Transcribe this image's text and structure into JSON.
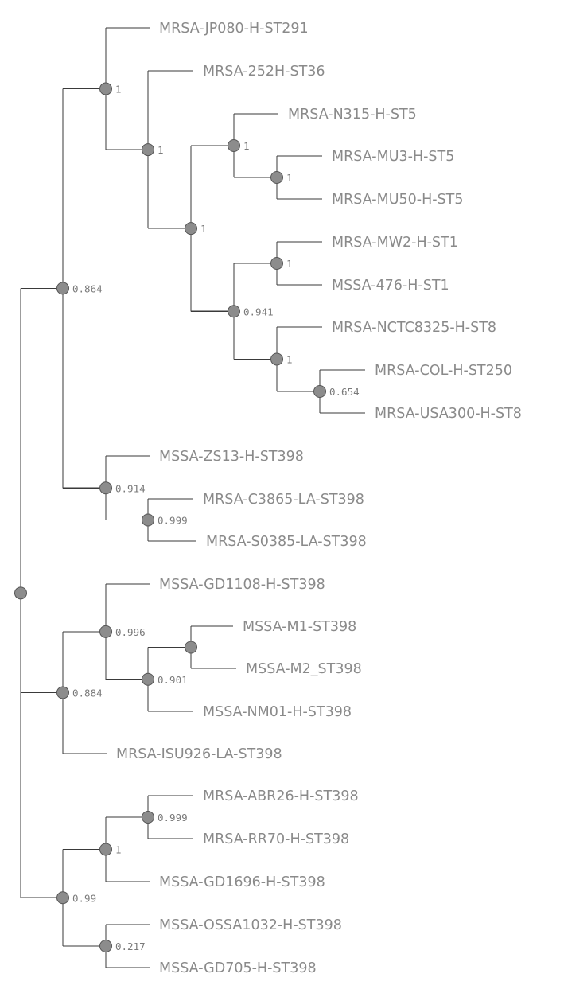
{
  "tree": {
    "node_color": "#8c8c8c",
    "branch_color": "#3a3a3a",
    "label_color": "#8a8a8a",
    "nodes": [
      {
        "id": "root",
        "support": ""
      },
      {
        "id": "n1",
        "parent": "root",
        "support": "0.864"
      },
      {
        "id": "n2",
        "parent": "n1",
        "support": "1"
      },
      {
        "id": "n3",
        "parent": "n2",
        "support": "1"
      },
      {
        "id": "n4",
        "parent": "n3",
        "support": "1"
      },
      {
        "id": "n5",
        "parent": "n4",
        "support": "1"
      },
      {
        "id": "n6",
        "parent": "n5",
        "support": "1"
      },
      {
        "id": "n7",
        "parent": "n4",
        "support": "0.941"
      },
      {
        "id": "n8",
        "parent": "n7",
        "support": "1"
      },
      {
        "id": "n9",
        "parent": "n7",
        "support": "1"
      },
      {
        "id": "n10",
        "parent": "n9",
        "support": "0.654"
      },
      {
        "id": "n11",
        "parent": "n1",
        "support": "0.914"
      },
      {
        "id": "n12",
        "parent": "n11",
        "support": "0.999"
      },
      {
        "id": "n13",
        "parent": "root",
        "support": "0.884"
      },
      {
        "id": "n14",
        "parent": "n13",
        "support": "0.996"
      },
      {
        "id": "n15",
        "parent": "n14",
        "support": "0.901"
      },
      {
        "id": "n16",
        "parent": "n15",
        "support": ""
      },
      {
        "id": "n17",
        "parent": "root",
        "support": "0.99"
      },
      {
        "id": "n18",
        "parent": "n17",
        "support": "1"
      },
      {
        "id": "n19",
        "parent": "n18",
        "support": "0.999"
      },
      {
        "id": "n20",
        "parent": "n17",
        "support": "0.217"
      }
    ],
    "leaves": [
      {
        "label": "MRSA-JP080-H-ST291",
        "parent": "n2"
      },
      {
        "label": "MRSA-252H-ST36",
        "parent": "n3"
      },
      {
        "label": "MRSA-N315-H-ST5",
        "parent": "n5"
      },
      {
        "label": "MRSA-MU3-H-ST5",
        "parent": "n6"
      },
      {
        "label": "MRSA-MU50-H-ST5",
        "parent": "n6"
      },
      {
        "label": "MRSA-MW2-H-ST1",
        "parent": "n8"
      },
      {
        "label": "MSSA-476-H-ST1",
        "parent": "n8"
      },
      {
        "label": "MRSA-NCTC8325-H-ST8",
        "parent": "n9"
      },
      {
        "label": "MRSA-COL-H-ST250",
        "parent": "n10"
      },
      {
        "label": "MRSA-USA300-H-ST8",
        "parent": "n10"
      },
      {
        "label": "MSSA-ZS13-H-ST398",
        "parent": "n11"
      },
      {
        "label": "MRSA-C3865-LA-ST398",
        "parent": "n12"
      },
      {
        "label": "MRSA-S0385-LA-ST398",
        "parent": "n12"
      },
      {
        "label": "MSSA-GD1108-H-ST398",
        "parent": "n14"
      },
      {
        "label": "MSSA-M1-ST398",
        "parent": "n16"
      },
      {
        "label": "MSSA-M2_ST398",
        "parent": "n16"
      },
      {
        "label": "MSSA-NM01-H-ST398",
        "parent": "n15"
      },
      {
        "label": "MRSA-ISU926-LA-ST398",
        "parent": "n13"
      },
      {
        "label": "MRSA-ABR26-H-ST398",
        "parent": "n19"
      },
      {
        "label": "MRSA-RR70-H-ST398",
        "parent": "n19"
      },
      {
        "label": "MSSA-GD1696-H-ST398",
        "parent": "n18"
      },
      {
        "label": "MSSA-OSSA1032-H-ST398",
        "parent": "n20"
      },
      {
        "label": "MSSA-GD705-H-ST398",
        "parent": "n20"
      }
    ]
  }
}
